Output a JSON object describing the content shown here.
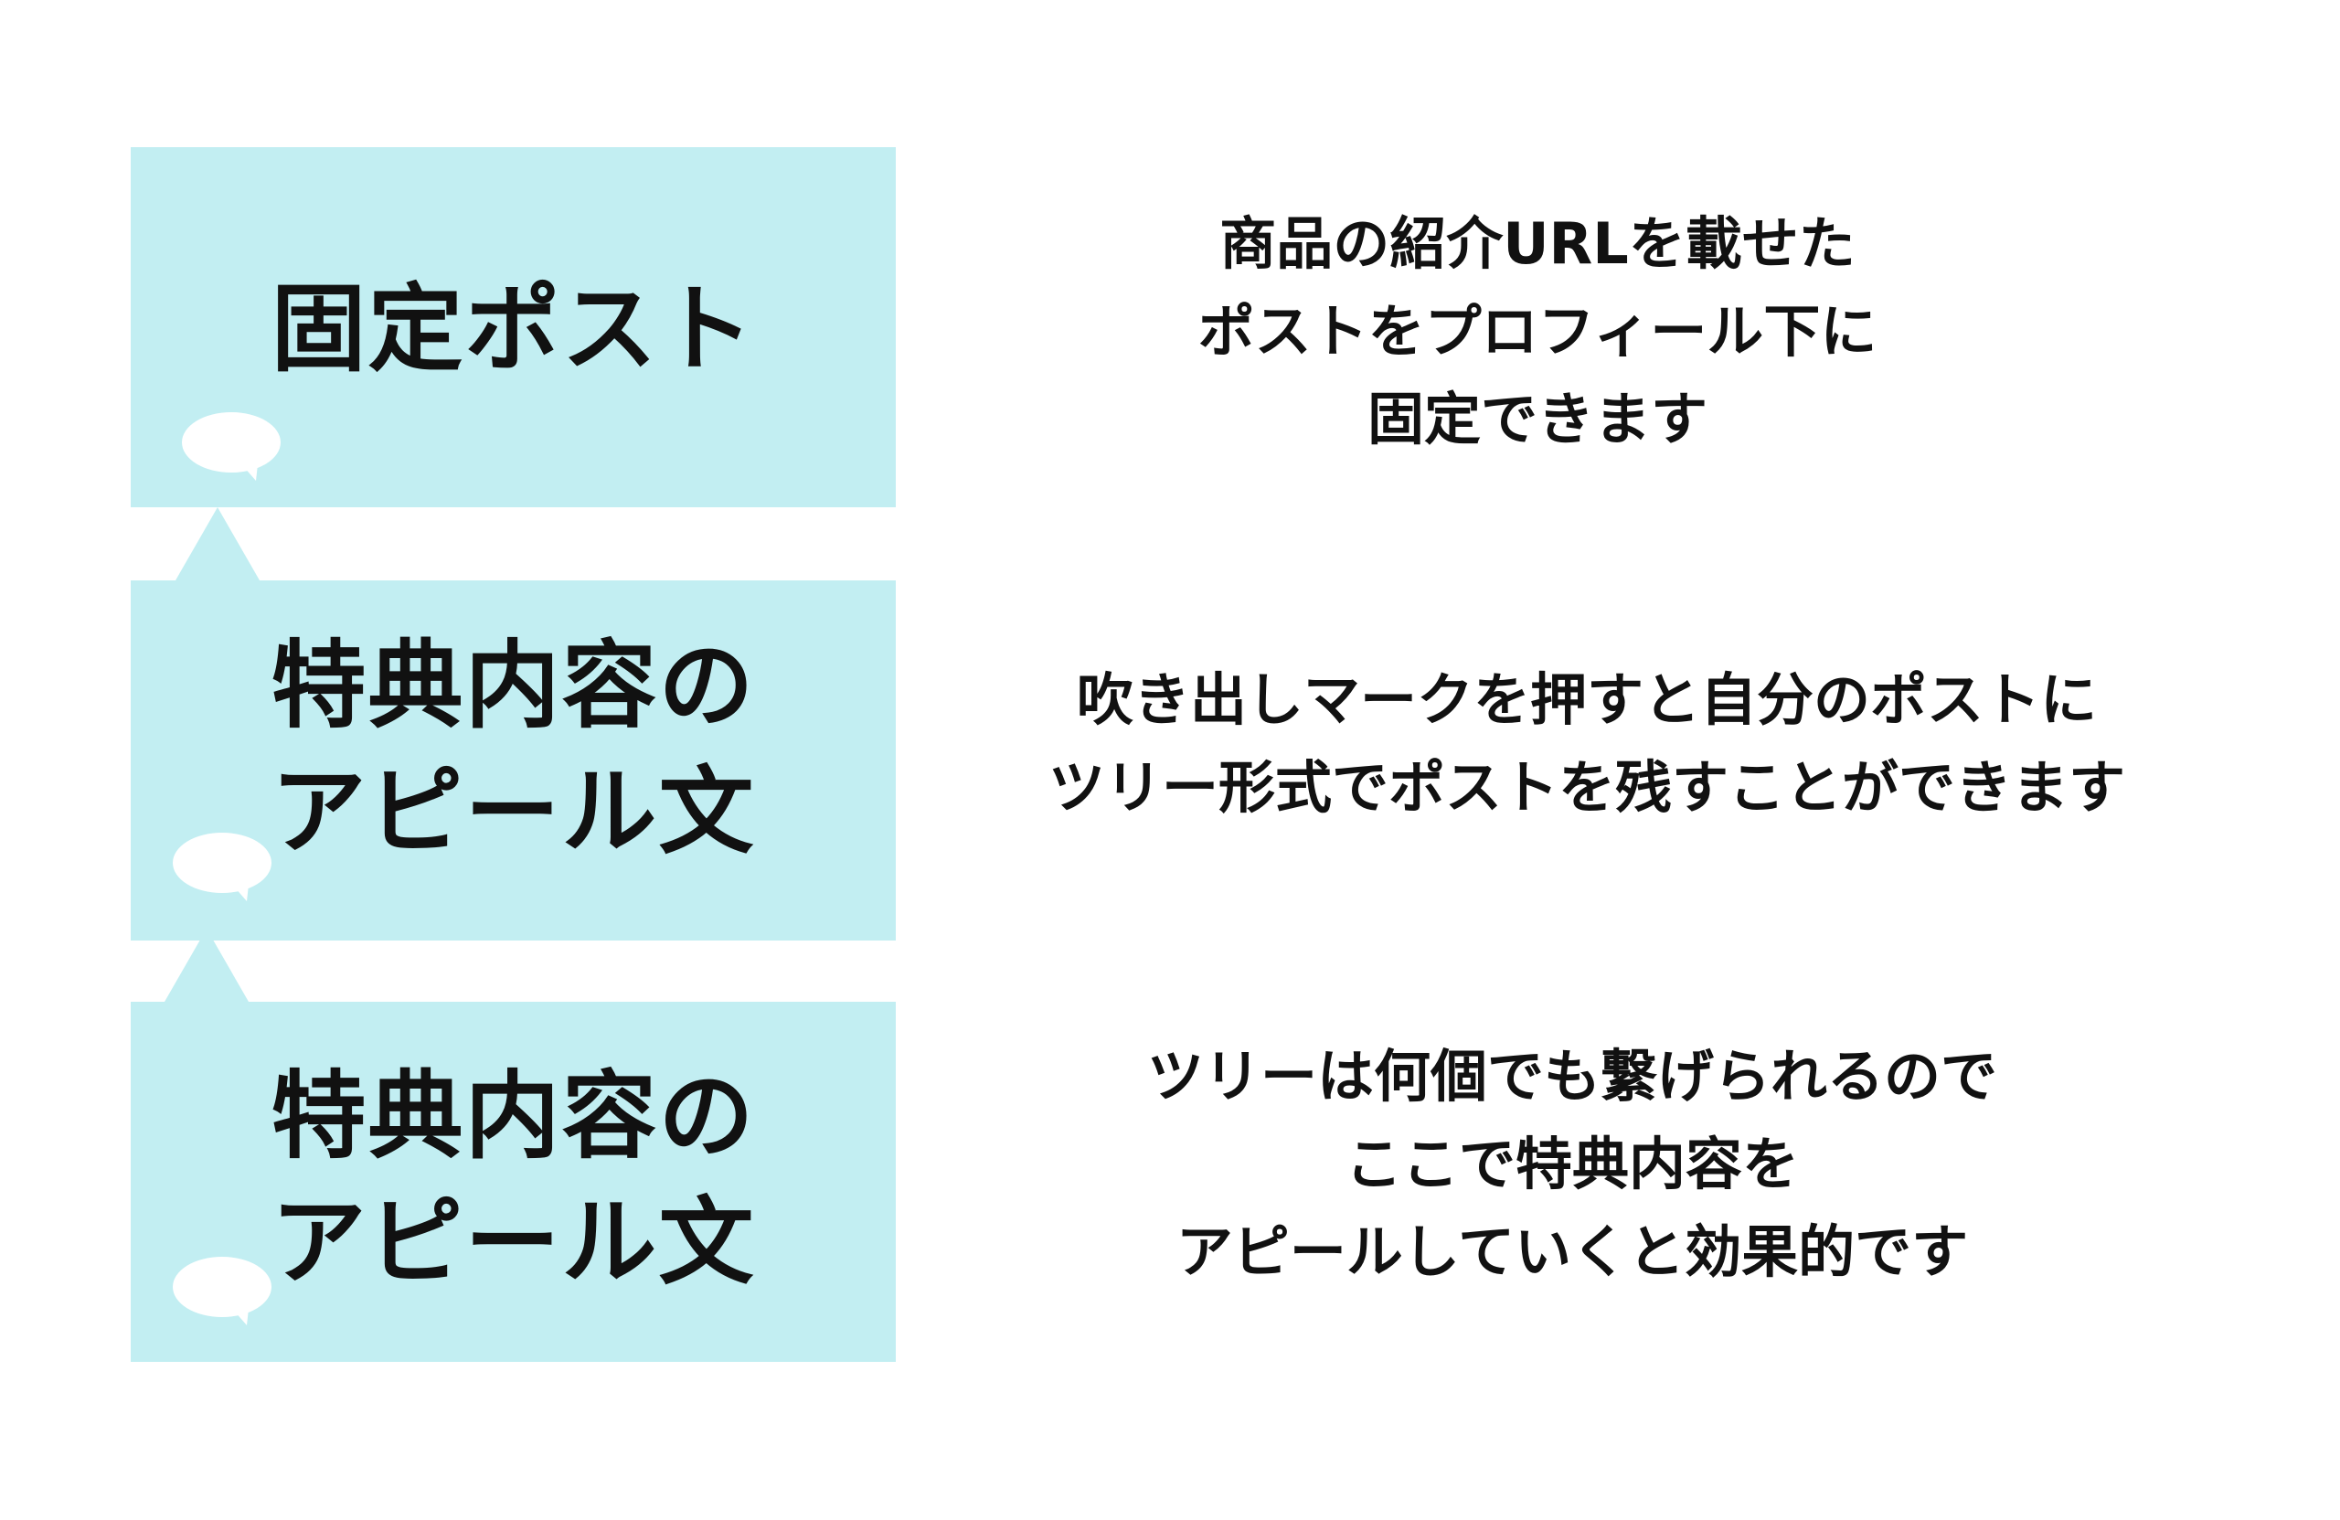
{
  "colors": {
    "box": "#c2eef2",
    "text": "#111111",
    "bubble": "#ffffff"
  },
  "steps": [
    {
      "title_lines": [
        "固定ポスト"
      ],
      "description_lines": [
        "商品の紹介URLを載せた",
        "ポストをプロフィール下に",
        "固定できます"
      ],
      "icon": "speech-bubble-icon"
    },
    {
      "title_lines": [
        "特典内容の",
        "アピール文"
      ],
      "description_lines": [
        "吹き出しマークを押すと自分のポストに",
        "ツリー形式でポストを残すことができます"
      ],
      "icon": "speech-bubble-icon"
    },
    {
      "title_lines": [
        "特典内容の",
        "アピール文"
      ],
      "description_lines": [
        "ツリーは何個でも繋げられるので",
        "ここで特典内容を",
        "アピールしていくと効果的です"
      ],
      "icon": "speech-bubble-icon"
    }
  ]
}
